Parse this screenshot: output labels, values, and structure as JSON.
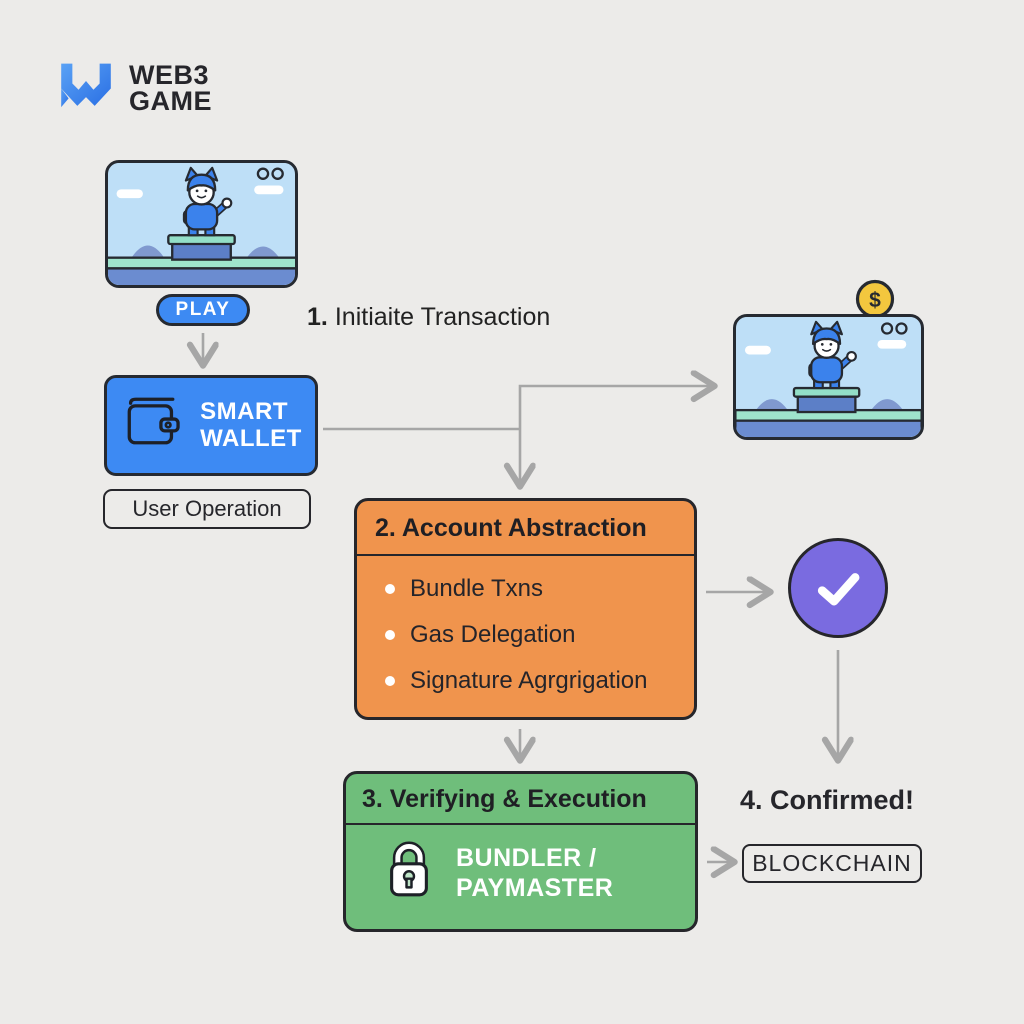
{
  "brand": {
    "line1": "WEB3",
    "line2": "GAME"
  },
  "game": {
    "play_label": "PLAY",
    "coin_symbol": "$"
  },
  "wallet": {
    "line1": "SMART",
    "line2": "WALLET",
    "tag": "User Operation"
  },
  "steps": {
    "step1_number": "1.",
    "step1_label": "Initiaite Transaction",
    "step2_title": "2. Account Abstraction",
    "step2_bullets": [
      "Bundle Txns",
      "Gas Delegation",
      "Signature Agrgrigation"
    ],
    "step3_title": "3. Verifying & Execution",
    "step3_line1": "BUNDLER /",
    "step3_line2": "PAYMASTER",
    "step4_label": "4. Confirmed!",
    "blockchain_label": "BLOCKCHAIN"
  },
  "colors": {
    "background": "#ecebe9",
    "ink": "#26262b",
    "blue": "#3d8af3",
    "orange": "#f0944d",
    "green": "#6fbe7b",
    "purple": "#7a6be0",
    "coin_gold": "#f3c73e",
    "arrow_gray": "#a6a6a6",
    "sky": "#bedff7"
  }
}
